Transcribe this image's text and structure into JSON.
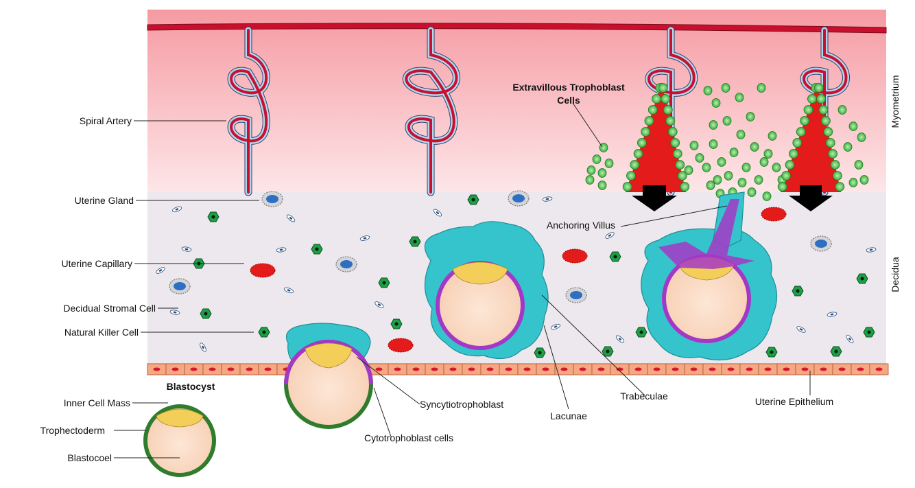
{
  "zones": {
    "myometrium": "Myometrium",
    "decidua": "Decidua"
  },
  "labels": {
    "spiral_artery": "Spiral Artery",
    "uterine_gland": "Uterine Gland",
    "uterine_capillary": "Uterine Capillary",
    "decidual_stromal_cell": "Decidual Stromal Cell",
    "natural_killer_cell": "Natural Killer Cell",
    "blastocyst": "Blastocyst",
    "inner_cell_mass": "Inner Cell Mass",
    "trophectoderm": "Trophectoderm",
    "blastocoel": "Blastocoel",
    "syncytiotrophoblast": "Syncytiotrophoblast",
    "cytotrophoblast_cells": "Cytotrophoblast cells",
    "lacunae": "Lacunae",
    "trabeculae": "Trabeculae",
    "uterine_epithelium": "Uterine Epithelium",
    "anchoring_villus": "Anchoring Villus",
    "extravillous_line1": "Extravillous Trophoblast",
    "extravillous_line2": "Cells"
  },
  "colors": {
    "myometrium_top": "#f7a6ad",
    "myometrium_bottom": "#fde3e5",
    "decidua": "#ece8ee",
    "artery": "#c8102e",
    "artery_endothelium": "#b9d4ee",
    "epithelium": "#e87a55",
    "nk_cell": "#1e9e46",
    "gland_nucleus": "#2d6fc2",
    "capillary": "#e31b1b",
    "trophoblast_teal": "#35c3cc",
    "syncytio_purple": "#a438c6",
    "icm_yellow": "#f3cf5a",
    "blastocoel": "#fbdcc7",
    "trophectoderm": "#2f7d2c",
    "evt_green": "#5cc85c"
  }
}
